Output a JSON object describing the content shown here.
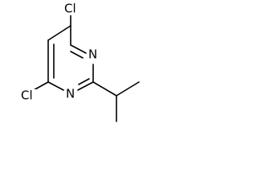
{
  "molecule": {
    "atoms": [
      {
        "id": "Cl_top",
        "symbol": "Cl",
        "name": "chlorine-label-top"
      },
      {
        "id": "N_top",
        "symbol": "N",
        "name": "nitrogen-label-upper"
      },
      {
        "id": "N_bottom",
        "symbol": "N",
        "name": "nitrogen-label-lower"
      },
      {
        "id": "Cl_left",
        "symbol": "Cl",
        "name": "chlorine-label-left"
      }
    ],
    "colors": {
      "bond": "#000000",
      "label": "#000000",
      "background": "#ffffff"
    }
  }
}
